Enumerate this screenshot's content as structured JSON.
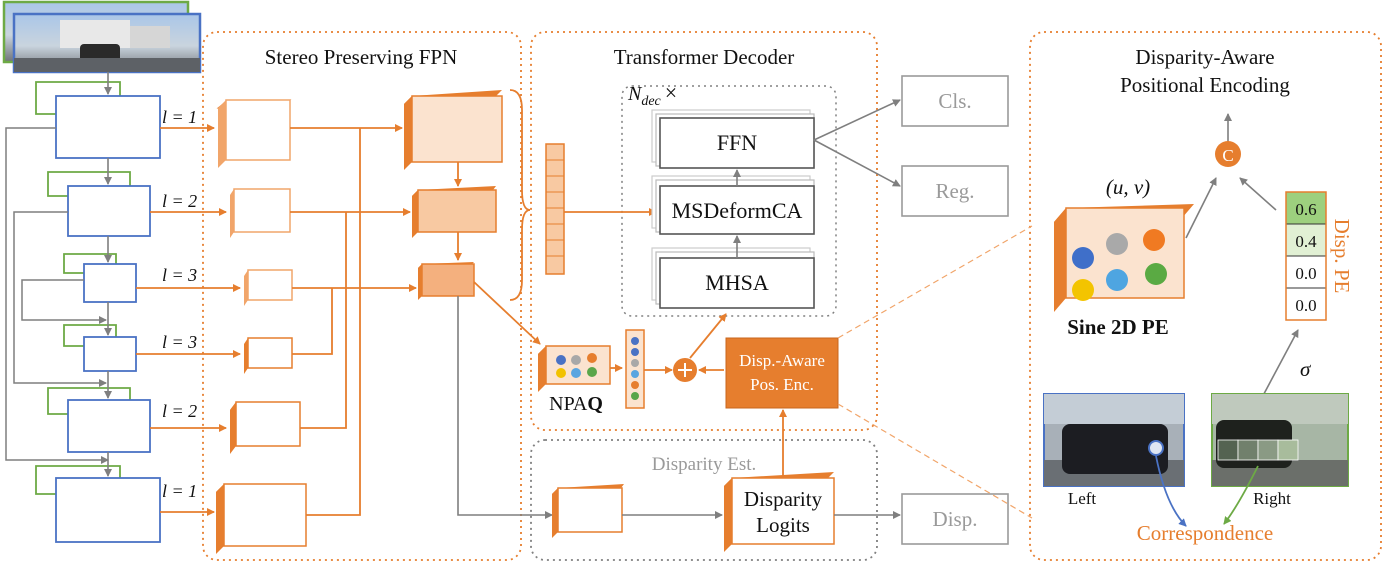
{
  "panels": {
    "fpn_title": "Stereo Preserving FPN",
    "decoder_title": "Transformer Decoder",
    "dpe_title_line1": "Disparity-Aware",
    "dpe_title_line2": "Positional Encoding",
    "disp_est_title": "Disparity Est."
  },
  "backbone": {
    "level_labels": [
      "l = 1",
      "l = 2",
      "l = 3",
      "l = 3",
      "l = 2",
      "l = 1"
    ]
  },
  "decoder": {
    "ndec_label": "N",
    "ndec_sub": "dec",
    "ndec_times": "×",
    "blocks": [
      "FFN",
      "MSDeformCA",
      "MHSA"
    ],
    "npaq_prefix": "NPA",
    "npaq_bold": "Q",
    "dape_line1": "Disp.-Aware",
    "dape_line2": "Pos. Enc."
  },
  "heads": {
    "cls": "Cls.",
    "reg": "Reg.",
    "disp": "Disp."
  },
  "disparity_est": {
    "logits_line1": "Disparity",
    "logits_line2": "Logits"
  },
  "dpe_panel": {
    "uv_label": "(u, v)",
    "sine_label": "Sine 2D PE",
    "concat_symbol": "C",
    "disp_pe_values": [
      "0.6",
      "0.4",
      "0.0",
      "0.0"
    ],
    "disp_pe_label": "Disp. PE",
    "sigma": "σ",
    "left_label": "Left",
    "right_label": "Right",
    "correspondence": "Correspondence"
  },
  "colors": {
    "orange": "#E67E2E",
    "light_orange": "#FBE3CF",
    "blue": "#4A72C4",
    "green": "#6DAA45",
    "gray": "#8c8c8c"
  }
}
